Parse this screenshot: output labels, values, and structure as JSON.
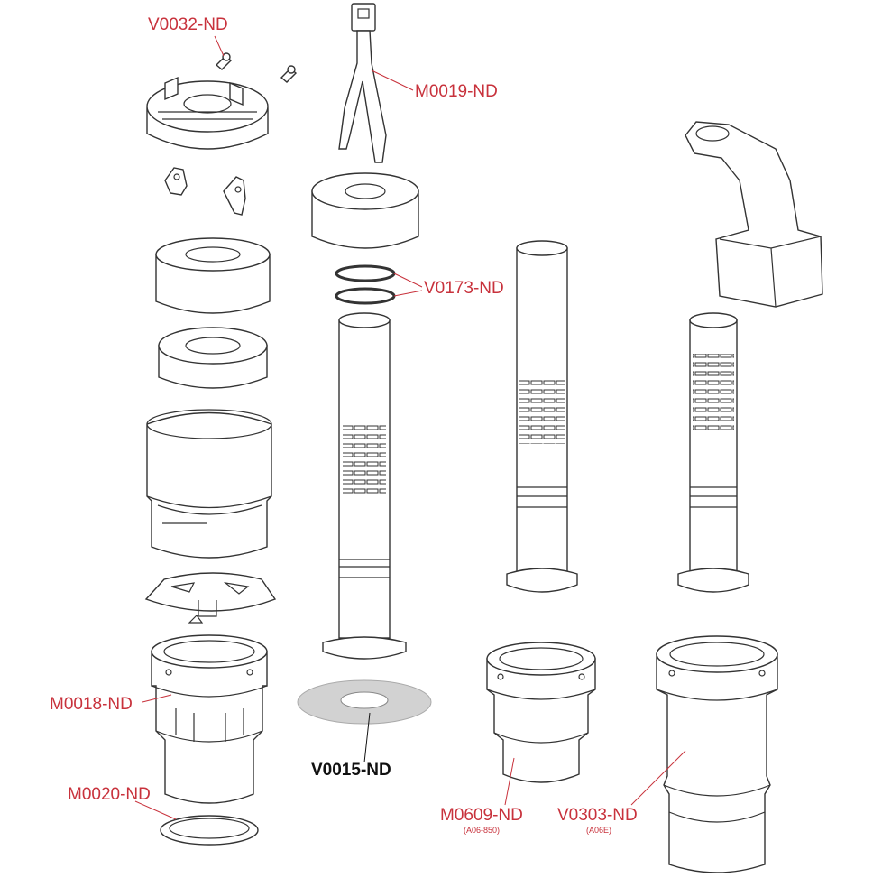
{
  "colors": {
    "label_red": "#c8323c",
    "outline": "#333333",
    "gasket_gray": "#d2d2d2"
  },
  "labels": {
    "v0032": "V0032-ND",
    "m0019": "M0019-ND",
    "v0173": "V0173-ND",
    "m0018": "M0018-ND",
    "v0015": "V0015-ND",
    "m0020": "M0020-ND",
    "m0609": "M0609-ND",
    "m0609_sub": "(A06-850)",
    "v0303": "V0303-ND",
    "v0303_sub": "(A06E)"
  }
}
